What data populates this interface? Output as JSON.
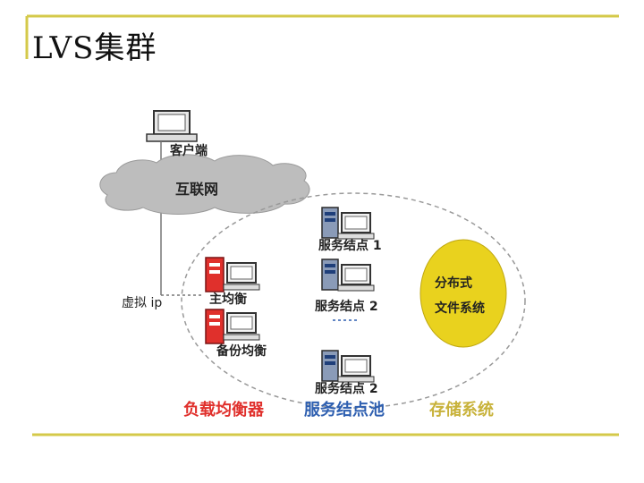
{
  "slide": {
    "title": "LVS集群"
  },
  "diagram": {
    "client_label": "客户端",
    "internet_label": "互联网",
    "virtual_ip_label": "虚拟 ip",
    "primary_balancer_label": "主均衡",
    "backup_balancer_label": "备份均衡",
    "server_node_1_label": "服务结点 1",
    "server_node_2_label": "服务结点 2",
    "server_node_3_label": "服务结点 2",
    "storage_line1": "分布式",
    "storage_line2": "文件系统",
    "captions": {
      "load_balancer": "负载均衡器",
      "server_pool": "服务结点池",
      "storage_system": "存储系统"
    },
    "colors": {
      "accent_gold": "#D4C94A",
      "load_balancer_red": "#E0302C",
      "server_pool_blue": "#2E5FB0",
      "storage_yellow": "#E9D21E",
      "storage_text_gold": "#C8B23A",
      "cloud_gray": "#BDBDBD"
    }
  }
}
